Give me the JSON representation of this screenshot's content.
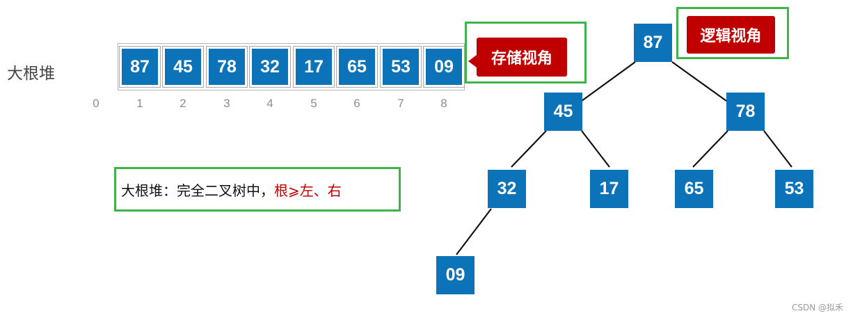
{
  "heap_label": "大根堆",
  "array": {
    "values": [
      "87",
      "45",
      "78",
      "32",
      "17",
      "65",
      "53",
      "09"
    ],
    "indices": [
      "0",
      "1",
      "2",
      "3",
      "4",
      "5",
      "6",
      "7",
      "8"
    ]
  },
  "storage_callout": "存储视角",
  "logical_callout": "逻辑视角",
  "tree": {
    "nodes": [
      "87",
      "45",
      "78",
      "32",
      "17",
      "65",
      "53",
      "09"
    ]
  },
  "description": {
    "prefix": "大根堆：完全二叉树中，",
    "highlight": "根⩾左、右"
  },
  "colors": {
    "node_fill": "#0d73b8",
    "highlight": "#c00000",
    "frame": "#3db34a"
  },
  "watermark": "CSDN @拟禾"
}
